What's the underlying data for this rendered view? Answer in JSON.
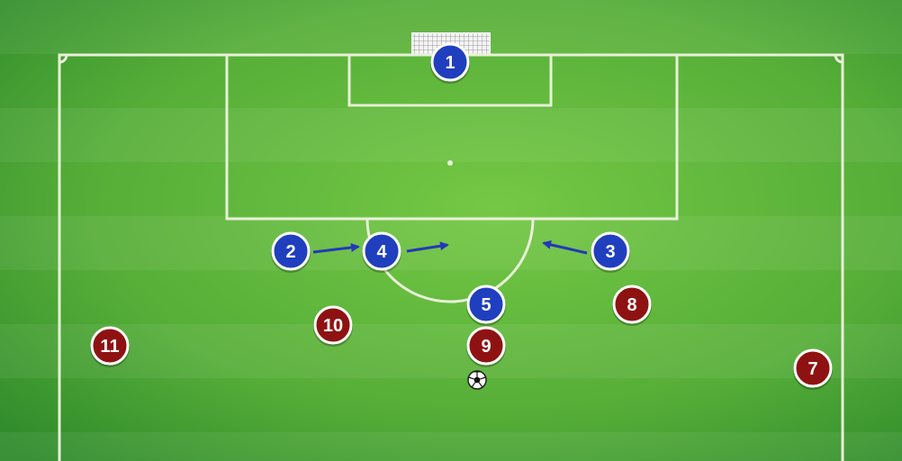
{
  "pitch": {
    "grass_light": "#6cc23e",
    "grass_dark": "#2f8a2a",
    "line_color": "#e8f0d8"
  },
  "colors": {
    "team_blue": "#1f3fbf",
    "team_red": "#8f1212",
    "outline": "#ffffff",
    "arrow": "#2438b8"
  },
  "players": [
    {
      "team": "blue",
      "number": "1"
    },
    {
      "team": "blue",
      "number": "2"
    },
    {
      "team": "blue",
      "number": "4"
    },
    {
      "team": "blue",
      "number": "3"
    },
    {
      "team": "blue",
      "number": "5"
    },
    {
      "team": "red",
      "number": "9"
    },
    {
      "team": "red",
      "number": "8"
    },
    {
      "team": "red",
      "number": "10"
    },
    {
      "team": "red",
      "number": "11"
    },
    {
      "team": "red",
      "number": "7"
    }
  ],
  "ball": {
    "icon": "soccer-ball-icon"
  }
}
